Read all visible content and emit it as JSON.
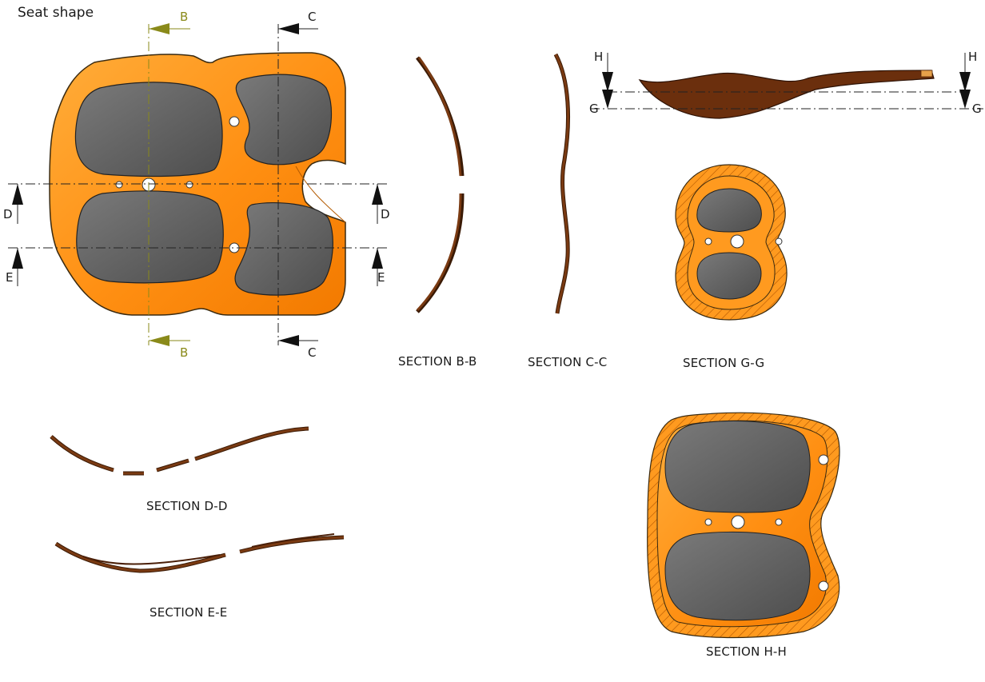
{
  "title": "Seat shape",
  "section_marks": {
    "b_top": "B",
    "b_bottom": "B",
    "c_top": "C",
    "c_bottom": "C",
    "d_left": "D",
    "d_right": "D",
    "e_left": "E",
    "e_right": "E",
    "h_left": "H",
    "h_right": "H",
    "g_left": "G",
    "g_right": "G"
  },
  "captions": {
    "bb": "SECTION B-B",
    "cc": "SECTION C-C",
    "gg": "SECTION G-G",
    "dd": "SECTION D-D",
    "ee": "SECTION E-E",
    "hh": "SECTION H-H"
  },
  "colors": {
    "orange": "#ff9a1f",
    "orange_dark": "#e06a00",
    "hole_gray": "#5c5c5c",
    "brown": "#7a3a12",
    "olive": "#8a8a1a"
  }
}
